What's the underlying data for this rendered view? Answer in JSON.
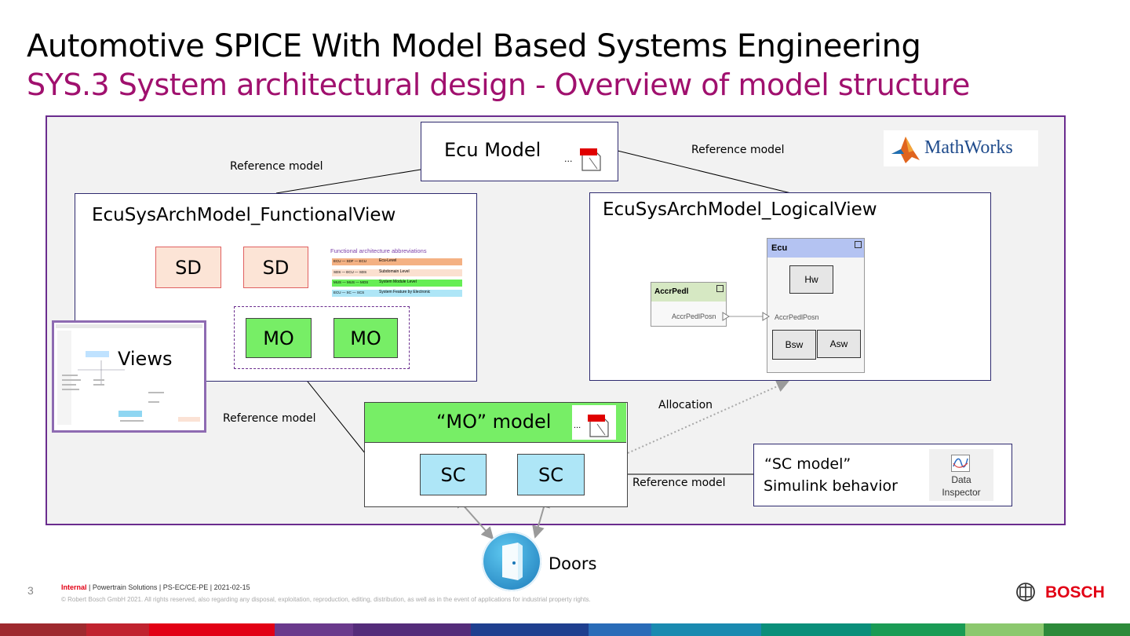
{
  "slide": {
    "title": "Automotive SPICE With Model Based Systems Engineering",
    "subtitle": "SYS.3 System architectural design - Overview of model structure",
    "page_number": "3"
  },
  "colors": {
    "subtitle": "#a0106e",
    "frame_border": "#6a2c8e",
    "frame_bg": "#f2f2f2",
    "sd_fill": "#fce4d6",
    "mo_fill": "#77ee66",
    "sc_fill": "#aee6f7",
    "bosch_red": "#e20015"
  },
  "diagram": {
    "ecu_model": {
      "label": "Ecu Model",
      "icon_ellipsis": "..."
    },
    "functional_view": {
      "label": "EcuSysArchModel_FunctionalView",
      "sd_left": "SD",
      "sd_right": "SD",
      "mo_left": "MO",
      "mo_right": "MO",
      "abbrev_title": "Functional architecture abbreviations",
      "abbrev_rows": [
        {
          "tags": [
            "ECU",
            "SDF",
            "ECU"
          ],
          "text": "Ecu-Level"
        },
        {
          "tags": [
            "SDS",
            "ECU",
            "SDS"
          ],
          "text": "Subdomain Level"
        },
        {
          "tags": [
            "MUS",
            "MUS",
            "MOS"
          ],
          "text": "System Module Level"
        },
        {
          "tags": [
            "ECU",
            "SC",
            "SCS"
          ],
          "text": "System Feature by Electronic"
        }
      ]
    },
    "logical_view": {
      "label": "EcuSysArchModel_LogicalView",
      "ecu_block": "Ecu",
      "hw": "Hw",
      "bsw": "Bsw",
      "asw": "Asw",
      "accr_block": "AccrPedl",
      "port_out": "AccrPedlPosn",
      "port_in": "AccrPedlPosn"
    },
    "mathworks_logo": "MathWorks",
    "views": {
      "label": "Views"
    },
    "mo_model": {
      "label": "“MO” model",
      "icon_ellipsis": "...",
      "sc_left": "SC",
      "sc_right": "SC"
    },
    "sc_model": {
      "line1": "“SC model”",
      "line2": "Simulink behavior",
      "inspector_line1": "Data",
      "inspector_line2": "Inspector"
    },
    "doors": {
      "label": "Doors"
    },
    "edge_labels": {
      "ref_top_left": "Reference model",
      "ref_top_right": "Reference model",
      "ref_mid_left": "Reference model",
      "ref_bottom": "Reference model",
      "allocation": "Allocation"
    }
  },
  "footer": {
    "classification": "Internal",
    "info": " | Powertrain Solutions | PS-EC/CE-PE | 2021-02-15",
    "copyright": "© Robert Bosch GmbH 2021. All rights reserved, also regarding any disposal, exploitation, reproduction, editing, distribution, as well as in the event of applications for industrial property rights.",
    "brand": "BOSCH"
  }
}
